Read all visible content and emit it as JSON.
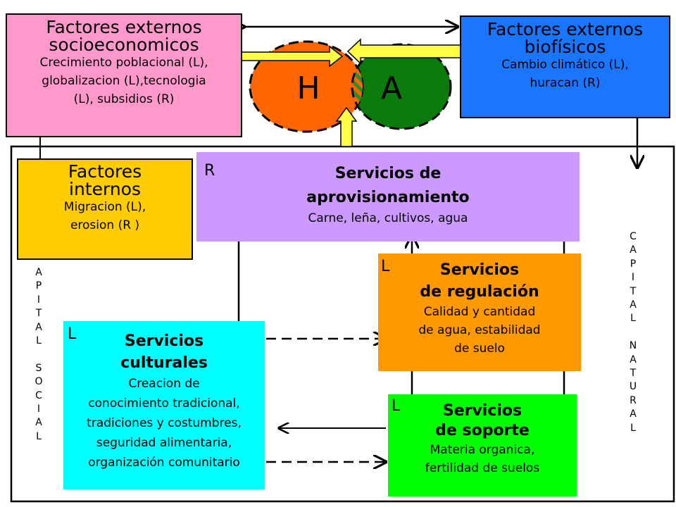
{
  "venn": {
    "left_letter": "H",
    "right_letter": "A",
    "colors": {
      "human": "#ff6600",
      "environment": "#0a7a0a",
      "overlap_hatch": "#2a8f2a",
      "arrow_fill": "#ffff44"
    }
  },
  "external_socio": {
    "title_line1": "Factores externos",
    "title_line2": "socioeconomicos",
    "desc_line1": "Crecimiento poblacional (L),",
    "desc_line2": "globalizacion (L),tecnologia",
    "desc_line3": "(L), subsidios (R)",
    "color": "#ff99cc"
  },
  "external_bio": {
    "title_line1": "Factores externos",
    "title_line2": "biofísicos",
    "desc_line1": "Cambio climático (L),",
    "desc_line2": "huracan (R)",
    "color": "#1a75ff"
  },
  "internal": {
    "title_line1": "Factores",
    "title_line2": "internos",
    "desc_line1": "Migracion (L),",
    "desc_line2": "erosion (R )",
    "color": "#ffcc00"
  },
  "provisioning": {
    "tag": "R",
    "title_line1": "Servicios de",
    "title_line2": "aprovisionamiento",
    "desc_line1": "Carne, leña, cultivos, agua",
    "color": "#cc99ff"
  },
  "regulation": {
    "tag": "L",
    "title_line1": "Servicios",
    "title_line2": "de regulación",
    "desc_line1": "Calidad y cantidad",
    "desc_line2": "de agua, estabilidad",
    "desc_line3": "de suelo",
    "color": "#ff9900"
  },
  "cultural": {
    "tag": "L",
    "title_line1": "Servicios",
    "title_line2": "culturales",
    "desc_line1": "Creacion de",
    "desc_line2": "conocimiento tradicional,",
    "desc_line3": "tradiciones y costumbres,",
    "desc_line4": "seguridad alimentaria,",
    "desc_line5": "organización comunitario",
    "color": "#00ffff"
  },
  "support": {
    "tag": "L",
    "title_line1": "Servicios",
    "title_line2": "de soporte",
    "desc_line1": "Materia organica,",
    "desc_line2": "fertilidad de suelos",
    "color": "#00ff00"
  },
  "capital_social": {
    "letters": [
      "A",
      "P",
      "I",
      "T",
      "A",
      "L",
      "",
      "S",
      "O",
      "C",
      "I",
      "A",
      "L"
    ]
  },
  "capital_natural": {
    "letters": [
      "C",
      "A",
      "P",
      "I",
      "T",
      "A",
      "L",
      "",
      "N",
      "A",
      "T",
      "U",
      "R",
      "A",
      "L"
    ]
  }
}
